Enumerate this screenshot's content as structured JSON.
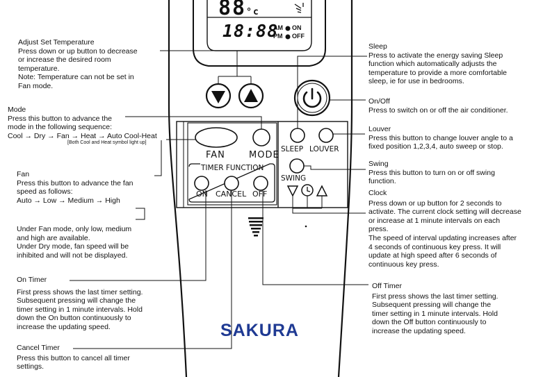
{
  "display": {
    "temp_digits": "88",
    "temp_unit": "°c",
    "clock_digits": "18:88",
    "am": "AM",
    "pm": "PM",
    "on": "ON",
    "off": "OFF"
  },
  "buttons": {
    "fan": "FAN",
    "mode": "MODE",
    "sleep": "SLEEP",
    "louver": "LOUVER",
    "swing": "SWING",
    "timer_function": "TIMER FUNCTION",
    "on": "ON",
    "cancel": "CANCEL",
    "off": "OFF"
  },
  "brand": "SAKURA",
  "annotations": {
    "adjust_temp": {
      "title": "Adjust Set Temperature",
      "lines": [
        "Press down or up button to decrease",
        "or increase the desired room",
        "temperature.",
        "Note:   Temperature can not be set in",
        "Fan mode."
      ]
    },
    "mode": {
      "title": "Mode",
      "lines": [
        "Press this button  to  advance the",
        "mode in the following sequence:",
        "Cool → Dry → Fan → Heat → Auto Cool-Heat"
      ],
      "note": "[Both Cool and Heat symbol light up]"
    },
    "fan": {
      "title": "Fan",
      "lines": [
        "Press this button  to  advance the fan",
        "speed as follows:",
        "Auto → Low → Medium → High"
      ],
      "extra_lines": [
        "Under Fan mode, only low, medium",
        "and high are available.",
        "Under Dry mode, fan speed will be",
        "inhibited and will not be displayed."
      ]
    },
    "on_timer": {
      "title": "On Timer",
      "lines": [
        "First press shows the last timer setting.",
        "Subsequent pressing will change the",
        "timer setting in 1 minute intervals. Hold",
        "down the On button continuously to",
        "increase the updating speed."
      ]
    },
    "cancel_timer": {
      "title": "Cancel Timer",
      "lines": [
        "Press this button to cancel all timer",
        "settings."
      ]
    },
    "sleep": {
      "title": "Sleep",
      "lines": [
        "Press to activate the energy saving Sleep",
        "function which automatically adjusts the",
        "temperature to provide a more comfortable",
        "sleep, ie for use in bedrooms."
      ]
    },
    "onoff": {
      "title": "On/Off",
      "lines": [
        "Press to switch on or off the air conditioner."
      ]
    },
    "louver": {
      "title": "Louver",
      "lines": [
        "Press this button to change louver angle to a",
        "fixed position 1,2,3,4, auto sweep or stop."
      ]
    },
    "swing": {
      "title": "Swing",
      "lines": [
        "Press this button to turn on or off swing",
        "function."
      ]
    },
    "clock": {
      "title": "Clock",
      "lines": [
        "Press down or up button for 2 seconds to",
        "activate. The current clock setting will decrease",
        "or increase at 1 minute intervals on each",
        "press.",
        "The speed of interval updating increases after",
        "4 seconds of continuous key press. It will",
        "update at high speed after 6 seconds of",
        "continuous key press."
      ]
    },
    "off_timer": {
      "title": "Off Timer",
      "lines": [
        "First press shows the last timer setting.",
        "Subsequent pressing will change the",
        "timer setting in 1 minute intervals. Hold",
        "down the Off button continuously to",
        "increase the updating speed."
      ]
    }
  },
  "colors": {
    "line": "#111111",
    "brand": "#1f3a93",
    "background": "#ffffff"
  }
}
